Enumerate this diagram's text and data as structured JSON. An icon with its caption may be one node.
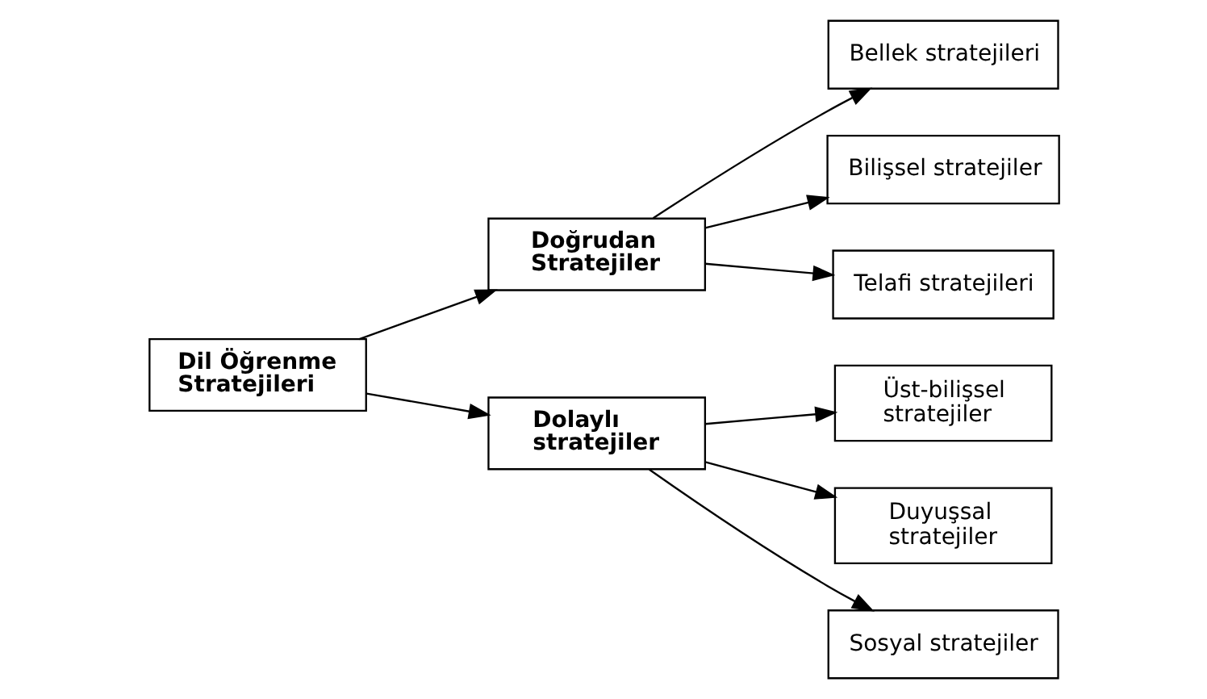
{
  "diagram": {
    "nodes": [
      {
        "text": [
          "Dil Öğrenme Stratejileri"
        ]
      },
      {
        "text": [
          "Doğrudan Stratejiler"
        ]
      },
      {
        "text": [
          "Dolaylı stratejiler"
        ]
      },
      {
        "text": [
          "Bellek stratejileri"
        ]
      },
      {
        "text": [
          "Bilişsel stratejiler"
        ]
      },
      {
        "text": [
          "Telafi stratejileri"
        ]
      },
      {
        "text": [
          "Üst-bilişsel stratejiler"
        ]
      },
      {
        "text": [
          "Duyuşsal stratejiler"
        ]
      },
      {
        "text": [
          "Sosyal stratejiler"
        ]
      }
    ],
    "edges": [
      {
        "from": 0,
        "to": 1,
        "arrow": "to"
      },
      {
        "from": 0,
        "to": 2,
        "arrow": "to"
      },
      {
        "from": 1,
        "to": 3,
        "arrow": "to"
      },
      {
        "from": 1,
        "to": 4,
        "arrow": "to"
      },
      {
        "from": 1,
        "to": 5,
        "arrow": "to"
      },
      {
        "from": 2,
        "to": 6,
        "arrow": "to"
      },
      {
        "from": 2,
        "to": 7,
        "arrow": "to"
      },
      {
        "from": 2,
        "to": 8,
        "arrow": "to"
      }
    ]
  }
}
